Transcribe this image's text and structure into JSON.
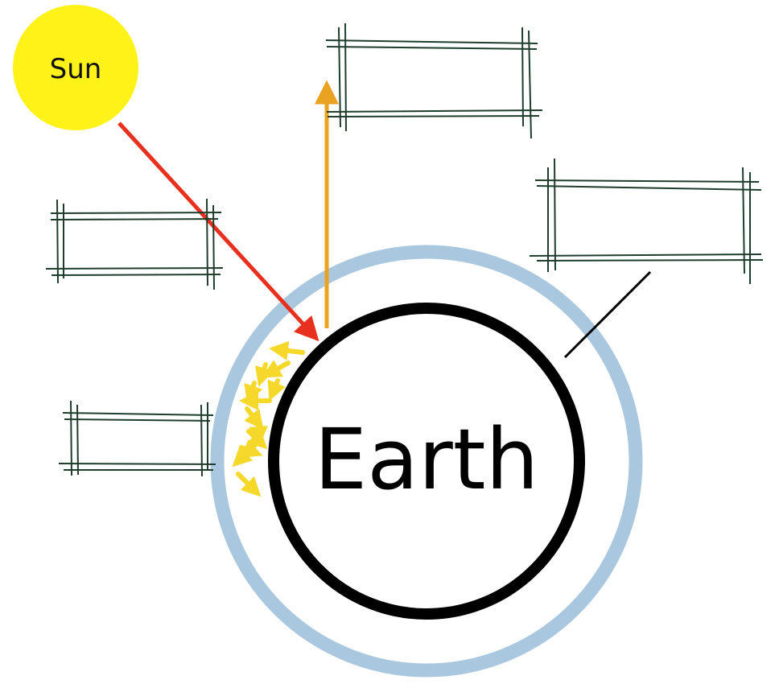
{
  "sun": {
    "label": "Sun"
  },
  "earth": {
    "label": "Earth"
  },
  "colors": {
    "sun": "#fff219",
    "incoming_arrow": "#e8301e",
    "reflected_arrow": "#eaa221",
    "reradiated_arrows": "#f5d829",
    "atmosphere": "#a9c7de",
    "earth_outline": "#000000",
    "label_box_lines": "#1f3d2b",
    "pointer_line": "#000000"
  },
  "label_boxes": [
    {
      "name": "label-box-top",
      "text": ""
    },
    {
      "name": "label-box-right",
      "text": ""
    },
    {
      "name": "label-box-left-upper",
      "text": ""
    },
    {
      "name": "label-box-left-lower",
      "text": ""
    }
  ]
}
